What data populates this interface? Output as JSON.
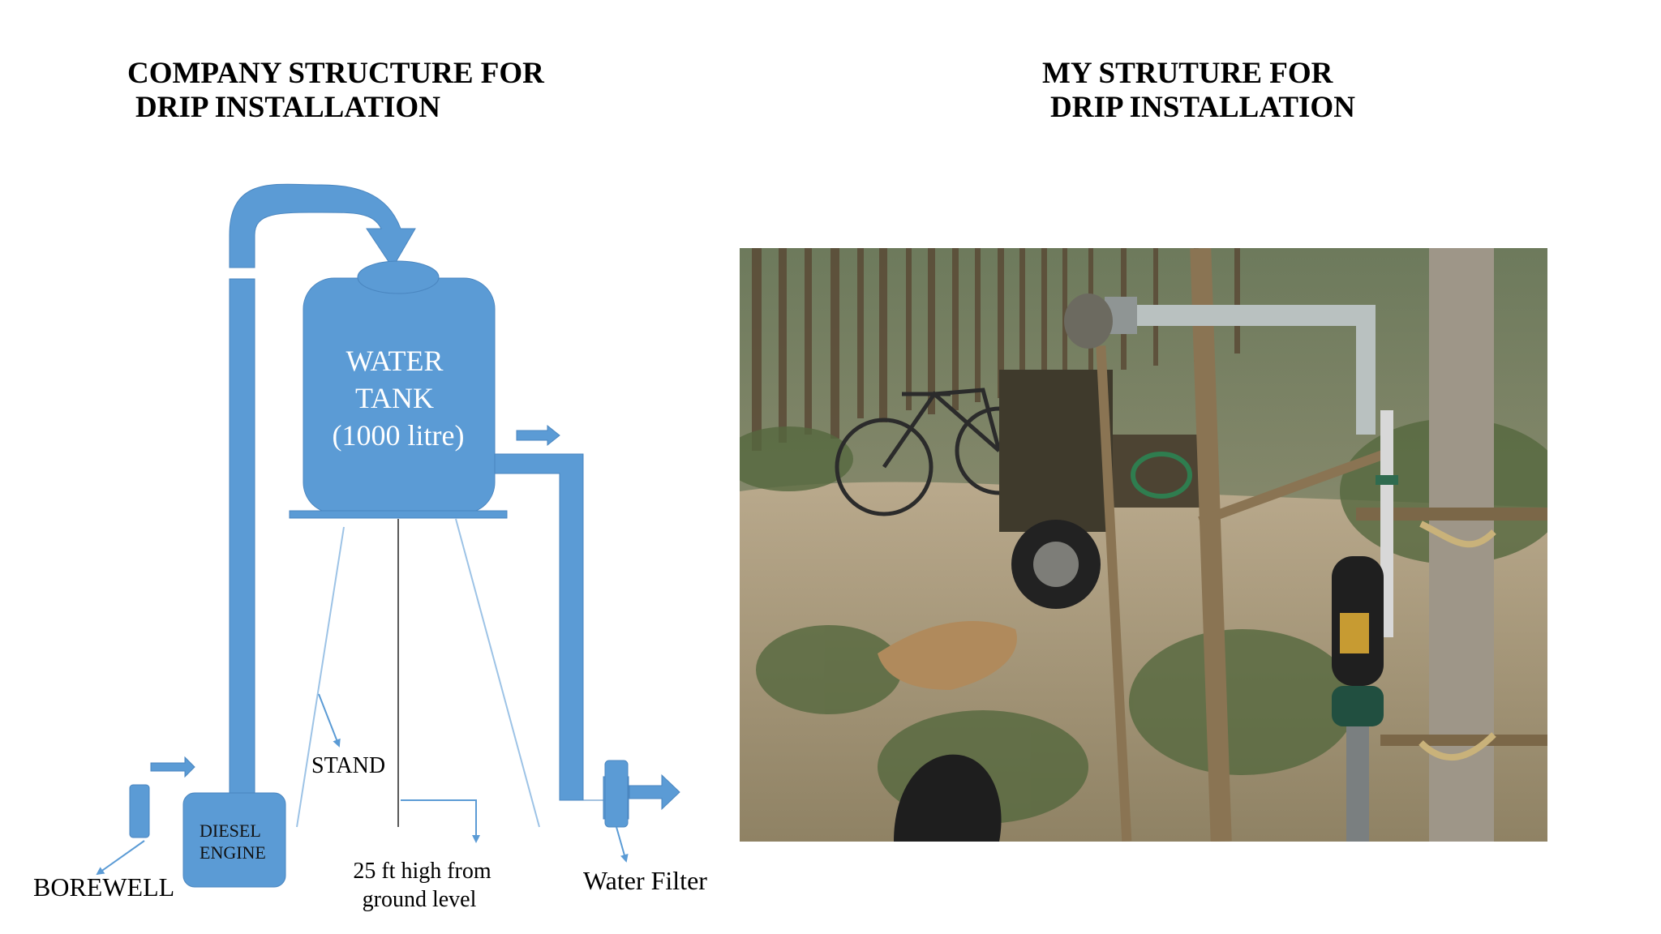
{
  "left_panel": {
    "heading": [
      "COMPANY STRUCTURE FOR",
      "DRIP INSTALLATION"
    ],
    "labels": {
      "tank": [
        "WATER",
        "TANK",
        "(1000 litre)"
      ],
      "engine": [
        "DIESEL",
        "ENGINE"
      ],
      "borewell": "BOREWELL",
      "stand": "STAND",
      "height": [
        "25 ft high from",
        "ground level"
      ],
      "filter": "Water Filter"
    }
  },
  "right_panel": {
    "heading": [
      "MY STRUTURE FOR",
      "DRIP INSTALLATION"
    ]
  },
  "colors": {
    "pipe_blue": "#5b9bd5",
    "pipe_border": "#4a86c0",
    "tank_text": "#ffffff",
    "label_text": "#000000"
  }
}
